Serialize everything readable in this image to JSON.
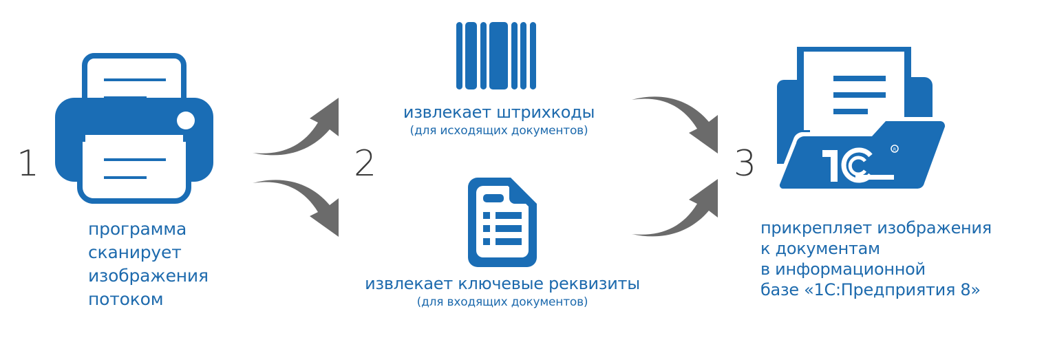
{
  "colors": {
    "accent_blue": "#1a6db5",
    "text_blue": "#1d6aad",
    "arrow_gray": "#6b6b6b",
    "number_gray": "#3a3a3a",
    "background": "#ffffff"
  },
  "steps": [
    {
      "number": "1",
      "icon": "printer-icon",
      "lines": [
        "программа",
        "сканирует",
        "изображения",
        "потоком"
      ]
    },
    {
      "number": "2",
      "branches": [
        {
          "icon": "barcode-icon",
          "title": "извлекает штрихкоды",
          "subtitle": "(для исходящих документов)"
        },
        {
          "icon": "document-list-icon",
          "title": "извлекает ключевые реквизиты",
          "subtitle": "(для входящих документов)"
        }
      ]
    },
    {
      "number": "3",
      "icon": "1c-folder-icon",
      "logo_text": "1С",
      "registered_mark": "®",
      "lines": [
        "прикрепляет изображения",
        "к документам",
        "в информационной",
        "базе «1С:Предприятия 8»"
      ]
    }
  ],
  "arrows": [
    {
      "name": "arrow-1-to-2-top",
      "direction": "up-right"
    },
    {
      "name": "arrow-1-to-2-bottom",
      "direction": "down-right"
    },
    {
      "name": "arrow-2-top-to-3",
      "direction": "down-right"
    },
    {
      "name": "arrow-2-bottom-to-3",
      "direction": "up-right"
    }
  ]
}
